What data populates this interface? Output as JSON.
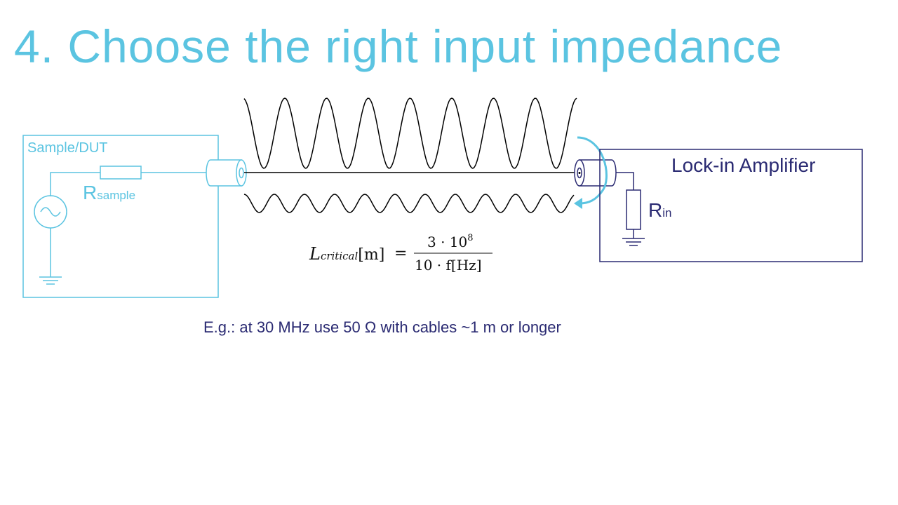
{
  "slide": {
    "title": "4. Choose the right input impedance",
    "example_note": "E.g.: at 30 MHz use 50 Ω with cables ~1 m or longer"
  },
  "diagram": {
    "sample_box_label": "Sample/DUT",
    "r_sample": {
      "symbol": "R",
      "subscript": "sample"
    },
    "lockin_box_label": "Lock-in Amplifier",
    "r_in": {
      "symbol": "R",
      "subscript": "in"
    },
    "formula": {
      "lhs_symbol": "L",
      "lhs_subscript": "critical",
      "lhs_unit": "[m]",
      "equals": "=",
      "numerator": "3 · 10",
      "numerator_exponent": "8",
      "denominator": "10 · f[Hz]"
    },
    "icons": [
      "ac-source-icon",
      "ground-icon",
      "resistor-icon",
      "coax-connector-icon",
      "reflection-arrow-icon"
    ],
    "colors": {
      "accent": "#5bc4e1",
      "dark": "#2a2a72",
      "wave": "#000000"
    }
  }
}
